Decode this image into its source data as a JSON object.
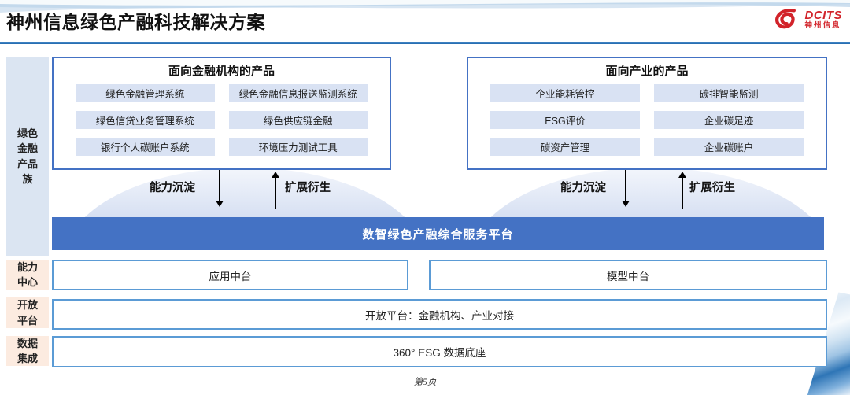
{
  "header": {
    "title": "神州信息绿色产融科技解决方案"
  },
  "logo": {
    "brand": "DCITS",
    "brand_cn": "神州信息"
  },
  "sidebar": {
    "product_family": "绿色金融产品族",
    "capability_center": "能力中心",
    "open_platform": "开放平台",
    "data_integration": "数据集成"
  },
  "product_groups": [
    {
      "title": "面向金融机构的产品",
      "items": [
        "绿色金融管理系统",
        "绿色金融信息报送监测系统",
        "绿色信贷业务管理系统",
        "绿色供应链金融",
        "银行个人碳账户系统",
        "环境压力测试工具"
      ]
    },
    {
      "title": "面向产业的产品",
      "items": [
        "企业能耗管控",
        "碳排智能监测",
        "ESG评价",
        "企业碳足迹",
        "碳资产管理",
        "企业碳账户"
      ]
    }
  ],
  "flow": {
    "down_label": "能力沉淀",
    "up_label": "扩展衍生"
  },
  "banner": {
    "label": "数智绿色产融综合服务平台"
  },
  "middle": {
    "app": "应用中台",
    "model": "模型中台"
  },
  "rows": {
    "open_platform": "开放平台：金融机构、产业对接",
    "data_base": "360° ESG 数据底座"
  },
  "footer": {
    "page": "第5页"
  },
  "colors": {
    "accent_blue": "#4472c4",
    "row_border_blue": "#5b9bd5",
    "chip_bg": "#d9e2f3",
    "sidebar_blue_bg": "#dbe5f2",
    "sidebar_peach_bg": "#fcebe0",
    "logo_red": "#d2232a",
    "header_rule_blue": "#2e75b6"
  }
}
